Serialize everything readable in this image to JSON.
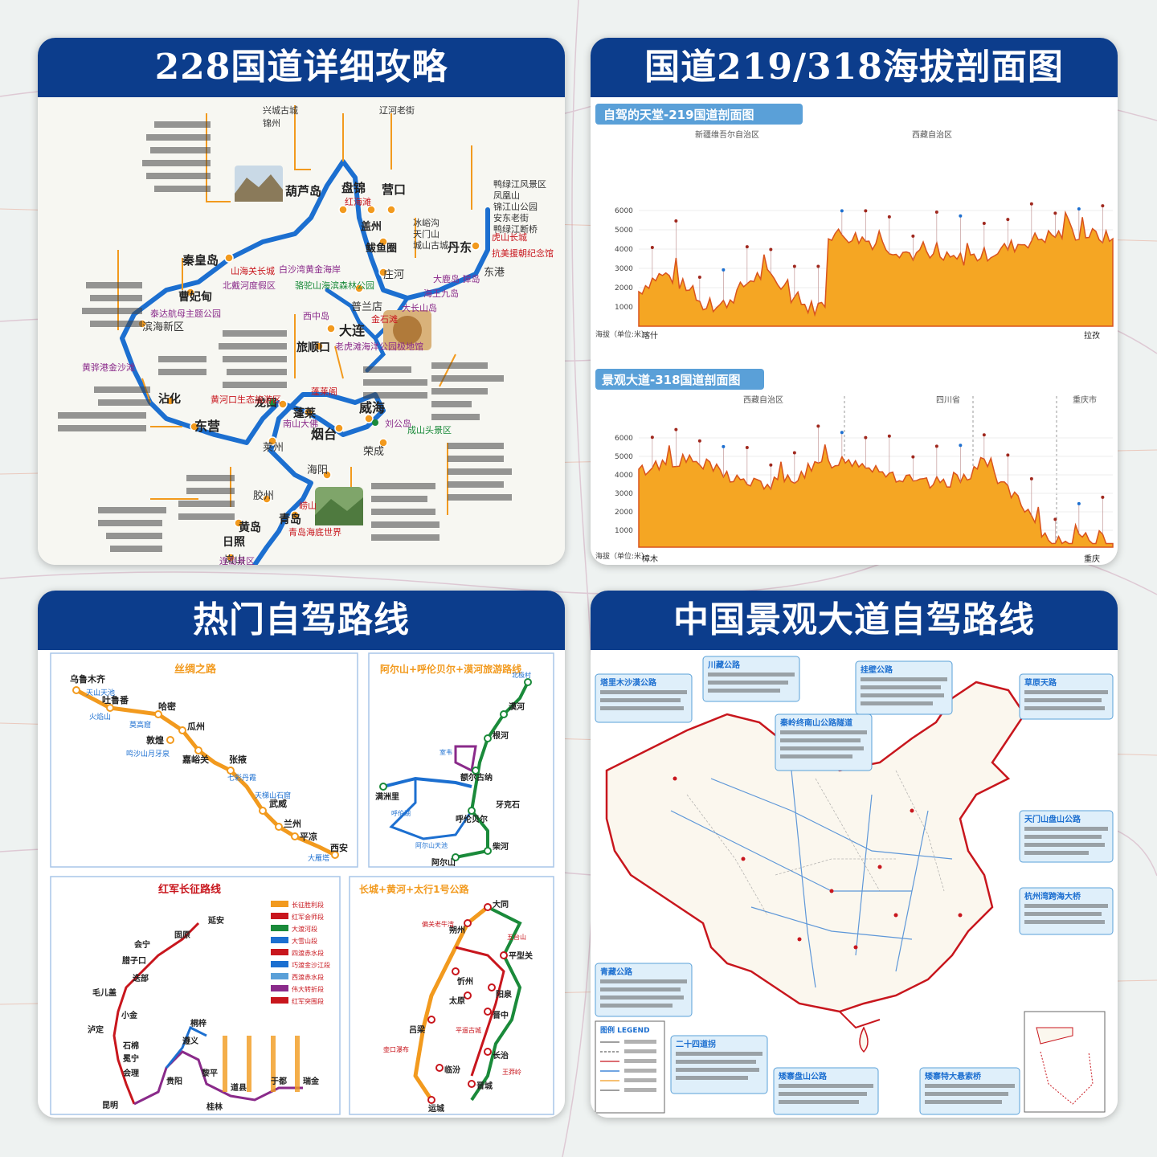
{
  "colors": {
    "header_bg": "#0c3d8c",
    "route_blue": "#1c6fd0",
    "road_orange": "#f29a1e",
    "elevation_fill": "#f5a623",
    "elevation_stroke": "#d9531e",
    "chart_title_bg": "#5aa0d8",
    "sub_border": "#a8c6e8",
    "sub_title": "#f29a1e"
  },
  "panel1": {
    "title": "228国道详细攻略",
    "cities": {
      "huludao": "葫芦岛",
      "panjin": "盘锦",
      "yingkou": "营口",
      "gaizhou": "盖州",
      "qinhuangdao": "秦皇岛",
      "bayuquan": "鲅鱼圈",
      "dandong": "丹东",
      "donggang": "东港",
      "zhuanghe": "庄河",
      "pulandian": "普兰店",
      "caofeidian": "曹妃甸",
      "binhai": "滨海新区",
      "dalian": "大连",
      "lvshunkou": "旅顺口",
      "zhanhua": "沾化",
      "dongying": "东营",
      "longkou": "龙口",
      "penglai": "蓬莱",
      "yantai": "烟台",
      "weihai": "威海",
      "laizhou": "莱州",
      "rongcheng": "荣成",
      "haiyang": "海阳",
      "jiaozhou": "胶州",
      "huangdao": "黄岛",
      "qingdao": "青岛",
      "rizhao": "日照",
      "lanshan": "岚山"
    },
    "pois": {
      "hongdaitan": "红海滩",
      "shanhaiguan": "山海关长城",
      "beidaihe": "北戴河度假区",
      "baishawan": "白沙湾黄金海岸",
      "luotuoshan": "骆驼山海滨森林公园",
      "xizhongdao": "西中岛",
      "jinshitan": "金石滩",
      "laohutan": "老虎滩海洋公园极地馆",
      "penglaige": "蓬莱阁",
      "nanshan": "南山大佛",
      "huanghekou": "黄河口生态旅游区",
      "liugongdao": "刘公岛",
      "chengshantou": "成山头景区",
      "laoshan": "崂山",
      "qingdaoaquarium": "青岛海底世界",
      "hushan": "虎山长城",
      "kangmei": "抗美援朝纪念馆",
      "dalushan": "大鹿岛 獐岛",
      "haiwang": "海王九岛",
      "dachangshan": "大长山岛",
      "taida": "泰达航母主题公园",
      "huanghuagang": "黄骅港金沙滩",
      "lianisland": "连岛景区",
      "xingcheng": "兴城古城",
      "jinzhou": "锦州",
      "liaohe": "辽河老街",
      "bingyu": "冰峪沟",
      "tianmen": "天门山",
      "chengshan": "城山古城",
      "yalu": "鸭绿江风景区",
      "fenghuang": "凤凰山",
      "jinjiang": "锦江山公园",
      "andong": "安东老街",
      "yaluriver": "鸭绿江断桥"
    }
  },
  "panel2": {
    "title": "国道219/318海拔剖面图",
    "chart_219": {
      "title": "自驾的天堂-219国道剖面图",
      "region_xinjiang": "新疆维吾尔自治区",
      "region_tibet": "西藏自治区",
      "unit_label": "海拔（单位:米）",
      "start": "喀什",
      "end": "拉孜"
    },
    "chart_318": {
      "title": "景观大道-318国道剖面图",
      "region_tibet": "西藏自治区",
      "region_sichuan": "四川省",
      "region_chongqing": "重庆市",
      "unit_label": "海拔（单位:米）",
      "start": "樟木",
      "end": "重庆"
    },
    "yticks": [
      "6000",
      "5000",
      "4000",
      "3000",
      "2000",
      "1000"
    ]
  },
  "panel3": {
    "title": "热门自驾路线",
    "silk": {
      "title": "丝绸之路",
      "cities": [
        "乌鲁木齐",
        "吐鲁番",
        "哈密",
        "瓜州",
        "敦煌",
        "嘉峪关",
        "张掖",
        "武威",
        "兰州",
        "平凉",
        "西安"
      ],
      "pois": [
        "天山天池",
        "火焰山",
        "莫高窟",
        "鸣沙山月牙泉",
        "七彩丹霞",
        "天梯山石窟",
        "大雁塔"
      ]
    },
    "arxan": {
      "title": "阿尔山+呼伦贝尔+漠河旅游路线",
      "cities": [
        "漠河",
        "根河",
        "满洲里",
        "额尔古纳",
        "呼伦贝尔",
        "牙克石",
        "阿尔山",
        "柴河"
      ],
      "pois": [
        "北极村",
        "室韦",
        "呼伦湖",
        "阿尔山天池"
      ]
    },
    "redarmy": {
      "title": "红军长征路线",
      "cities": [
        "延安",
        "固原",
        "会宁",
        "腊子口",
        "迭部",
        "毛儿盖",
        "小金",
        "泸定",
        "石棉",
        "冕宁",
        "会理",
        "昆明",
        "遵义",
        "贵阳",
        "桐梓",
        "黎平",
        "道县",
        "桂林",
        "瑞金",
        "于都"
      ],
      "legend": [
        "长征胜利段",
        "红军会师段",
        "大渡河段",
        "大雪山段",
        "四渡赤水段",
        "巧渡金沙江段",
        "西渡赤水段",
        "伟大转折段",
        "红军突围段"
      ]
    },
    "greatwall": {
      "title": "长城+黄河+太行1号公路",
      "cities": [
        "大同",
        "朔州",
        "平型关",
        "忻州",
        "太原",
        "阳泉",
        "晋中",
        "吕梁",
        "长治",
        "临汾",
        "晋城",
        "运城"
      ],
      "pois": [
        "偏关老牛湾",
        "五台山",
        "平遥古城",
        "壶口瀑布",
        "王莽岭"
      ]
    }
  },
  "panel4": {
    "title": "中国景观大道自驾路线",
    "callouts": [
      "川藏公路",
      "塔里木沙漠公路",
      "挂壁公路",
      "草原天路",
      "秦岭终南山公路隧道",
      "天门山盘山公路",
      "杭州湾跨海大桥",
      "青藏公路",
      "二十四道拐",
      "矮寨盘山公路",
      "矮寨特大悬索桥"
    ],
    "legend_title": "图例 LEGEND"
  }
}
